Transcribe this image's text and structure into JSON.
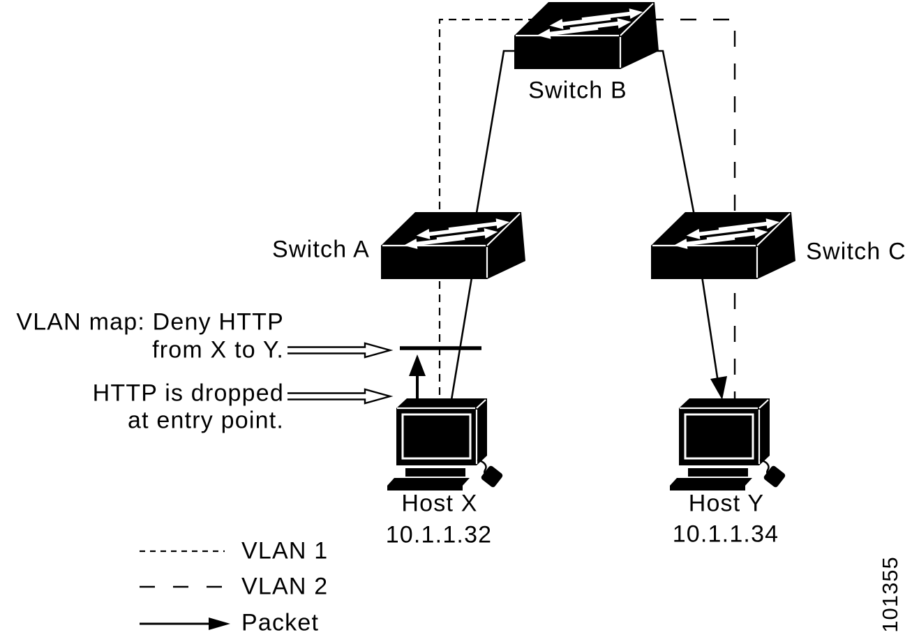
{
  "figure": {
    "number": "101355",
    "ink": "#000000",
    "background": "#ffffff"
  },
  "devices": {
    "switch_b": {
      "type": "switch",
      "label": "Switch B"
    },
    "switch_a": {
      "type": "switch",
      "label": "Switch A"
    },
    "switch_c": {
      "type": "switch",
      "label": "Switch C"
    },
    "host_x": {
      "type": "host",
      "label": "Host X",
      "ip": "10.1.1.32"
    },
    "host_y": {
      "type": "host",
      "label": "Host Y",
      "ip": "10.1.1.34"
    }
  },
  "annotations": {
    "vlan_map": {
      "line1": "VLAN map: Deny HTTP",
      "line2": "from X to Y."
    },
    "drop": {
      "line1": "HTTP is dropped",
      "line2": "at entry point."
    }
  },
  "legend": {
    "items": [
      {
        "label": "VLAN 1",
        "line_style": "dotted"
      },
      {
        "label": "VLAN 2",
        "line_style": "dashed"
      },
      {
        "label": "Packet",
        "line_style": "solid-arrow"
      }
    ]
  }
}
